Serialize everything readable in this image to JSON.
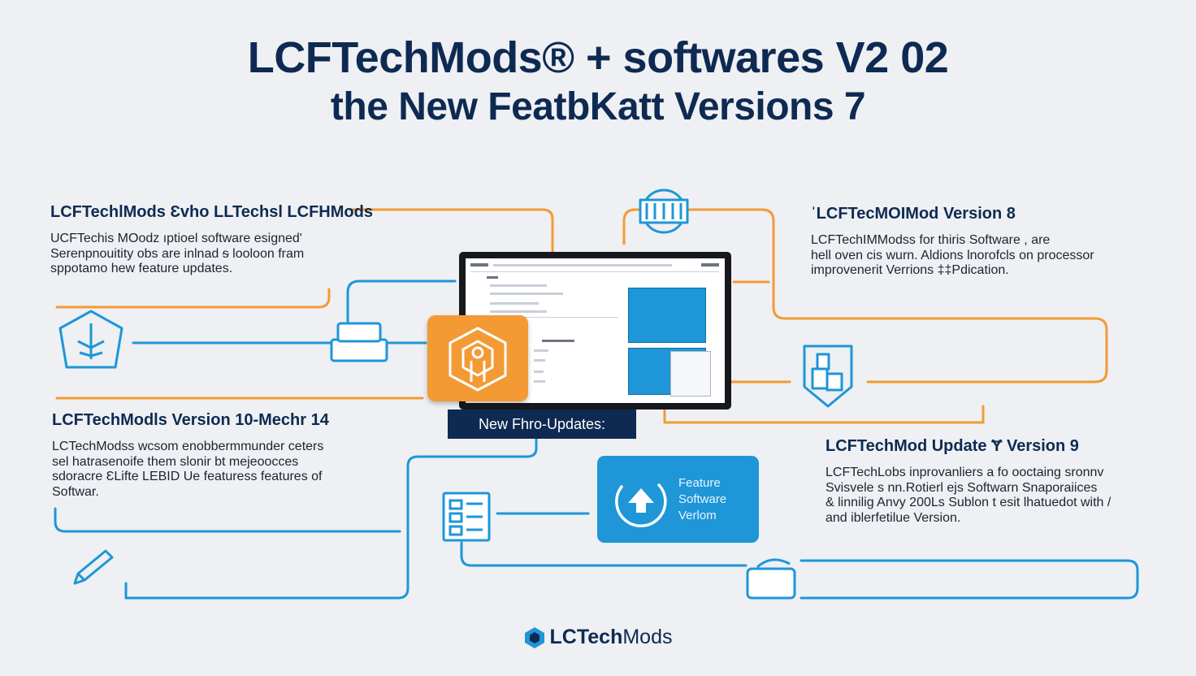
{
  "header": {
    "title_line1": "LCFTechMods® + softwares V2 02",
    "title_line2": "the   New FeatbKatt Versions  7"
  },
  "blocks": [
    {
      "title": "LCFTechlMods Ɛvho LLTechsl LCFHMods",
      "body": "UCFTechis MOodz ıptioel software  esigned'\nSerenpnouitity obs are inlnad ᵴ looloon fram\nsppotamo hew feature updates."
    },
    {
      "title": "ˈLCFTecMOIMod Version 8",
      "body": "LCFTechIMModss for thiris Software , are\nhell oven cis wurn. Aldions lnorofcls on processor\nimprovenerit Verrions ‡‡Pdication."
    },
    {
      "title": "LCFTechModls Version 10-Mechr 14",
      "body": "LCTechModss wcsom enobbermmunder ceters\nsel hatrasenoife them slonir bt mejeoocces\nsdoracre ƐLifte LEBID Ue featuress features of\nSoftwar."
    },
    {
      "title": "LCFTechMod Update Ɏ Version 9",
      "body": "LCFTechLobs inprovanliers a fo ooctaing sronnv\nSvisvele s nn.Rotierl ejs Softwarn Snaporaiices\n& linnilig Anvy 200Ls Sublon t esit lhatuedot with /\nand iblerfetilue Version."
    }
  ],
  "monitor": {
    "stand_label": "New Fhro-Updates:"
  },
  "blue_card": {
    "lines": [
      "Feature",
      "Software",
      "Verlom"
    ]
  },
  "footer": {
    "brand_bold": "LCTech",
    "brand_rest": "Mods"
  },
  "colors": {
    "navy": "#0e2a52",
    "orange": "#f39a35",
    "blue": "#1e96d8",
    "background": "#eef0f3"
  },
  "icons": [
    "shield-icon",
    "book-icon",
    "network-icon",
    "hexagon-box-icon",
    "shield-box-icon",
    "upload-arrow-icon",
    "document-list-icon",
    "pencil-icon",
    "card-icon",
    "logo-icon"
  ]
}
